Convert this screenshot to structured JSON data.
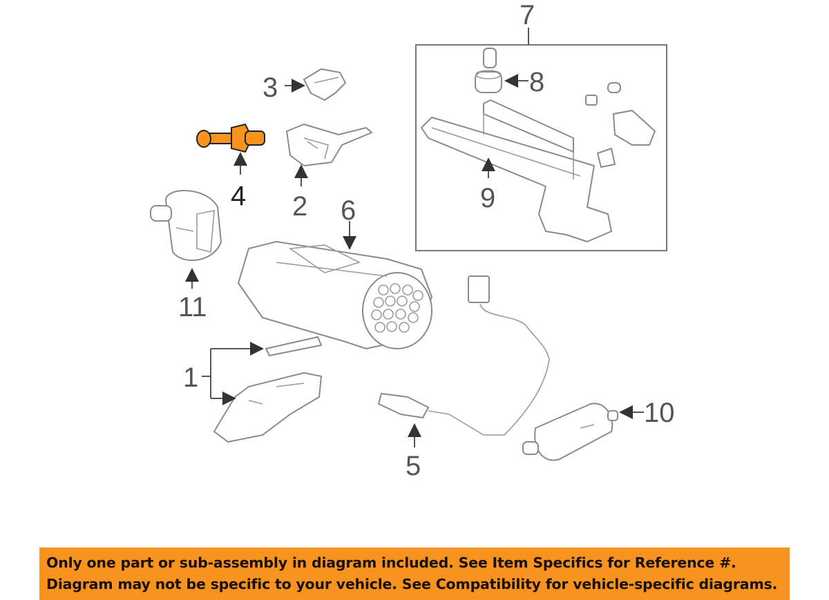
{
  "diagram": {
    "callouts": [
      "1",
      "2",
      "3",
      "4",
      "5",
      "6",
      "7",
      "8",
      "9",
      "10",
      "11"
    ],
    "highlighted_part": "4",
    "highlight_color": "#f7931e"
  },
  "banner": {
    "line1": "Only one part or sub-assembly in diagram included. See Item Specifics for Reference #.",
    "line2": "Diagram may not be specific to your vehicle. See Compatibility for vehicle-specific diagrams.",
    "color": "#f7931e"
  }
}
